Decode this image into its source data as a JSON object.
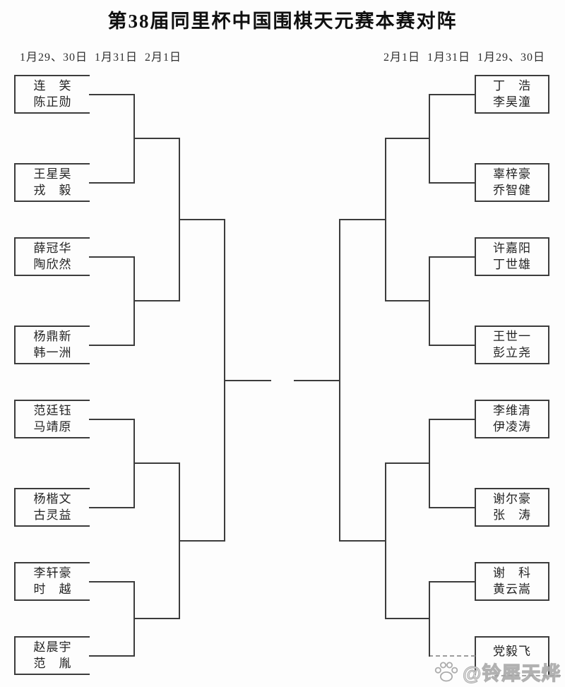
{
  "title": "第38届同里杯中国围棋天元赛本赛对阵",
  "schedule_left": "1月29、30日  1月31日  2月1日",
  "schedule_right": "2月1日  1月31日  1月29、30日",
  "bracket": {
    "left": [
      {
        "players": [
          "连　笑",
          "陈正勋"
        ]
      },
      {
        "players": [
          "王星昊",
          "戎　毅"
        ]
      },
      {
        "players": [
          "薛冠华",
          "陶欣然"
        ]
      },
      {
        "players": [
          "杨鼎新",
          "韩一洲"
        ]
      },
      {
        "players": [
          "范廷钰",
          "马靖原"
        ]
      },
      {
        "players": [
          "杨楷文",
          "古灵益"
        ]
      },
      {
        "players": [
          "李轩豪",
          "时　越"
        ]
      },
      {
        "players": [
          "赵晨宇",
          "范　胤"
        ]
      }
    ],
    "right": [
      {
        "players": [
          "丁　浩",
          "李昊潼"
        ]
      },
      {
        "players": [
          "辜梓豪",
          "乔智健"
        ]
      },
      {
        "players": [
          "许嘉阳",
          "丁世雄"
        ]
      },
      {
        "players": [
          "王世一",
          "彭立尧"
        ]
      },
      {
        "players": [
          "李维清",
          "伊凌涛"
        ]
      },
      {
        "players": [
          "谢尔豪",
          "张　涛"
        ]
      },
      {
        "players": [
          "谢　科",
          "黄云嵩"
        ]
      },
      {
        "players": [
          "党毅飞",
          ""
        ]
      }
    ]
  },
  "watermark": {
    "icon": "paw-icon",
    "text": "@铃犀天烨"
  },
  "colors": {
    "line": "#3c3c3c",
    "text": "#242424",
    "watermark": "#ababab"
  }
}
